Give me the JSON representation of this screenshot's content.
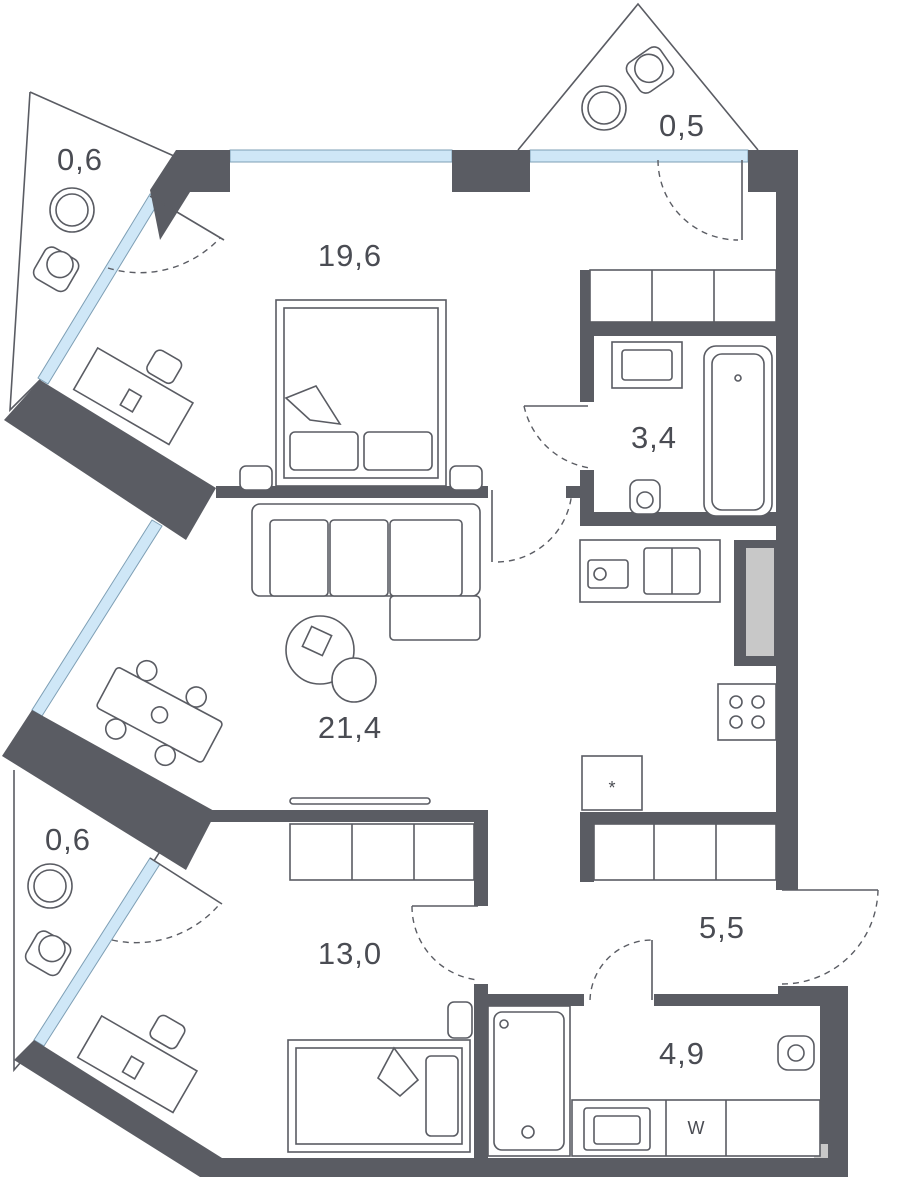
{
  "rooms": {
    "balcony_top_left": "0,6",
    "balcony_top": "0,5",
    "bedroom_main": "19,6",
    "bathroom_1": "3,4",
    "living_kitchen": "21,4",
    "balcony_bottom_left": "0,6",
    "bedroom_second": "13,0",
    "hallway": "5,5",
    "bathroom_2": "4,9"
  },
  "appliance_marks": {
    "fridge": "*",
    "washer": "W"
  },
  "colors": {
    "wall": "#5a5c63",
    "glass": "#cfe7f7",
    "line": "#5a5c63",
    "background": "#ffffff"
  }
}
